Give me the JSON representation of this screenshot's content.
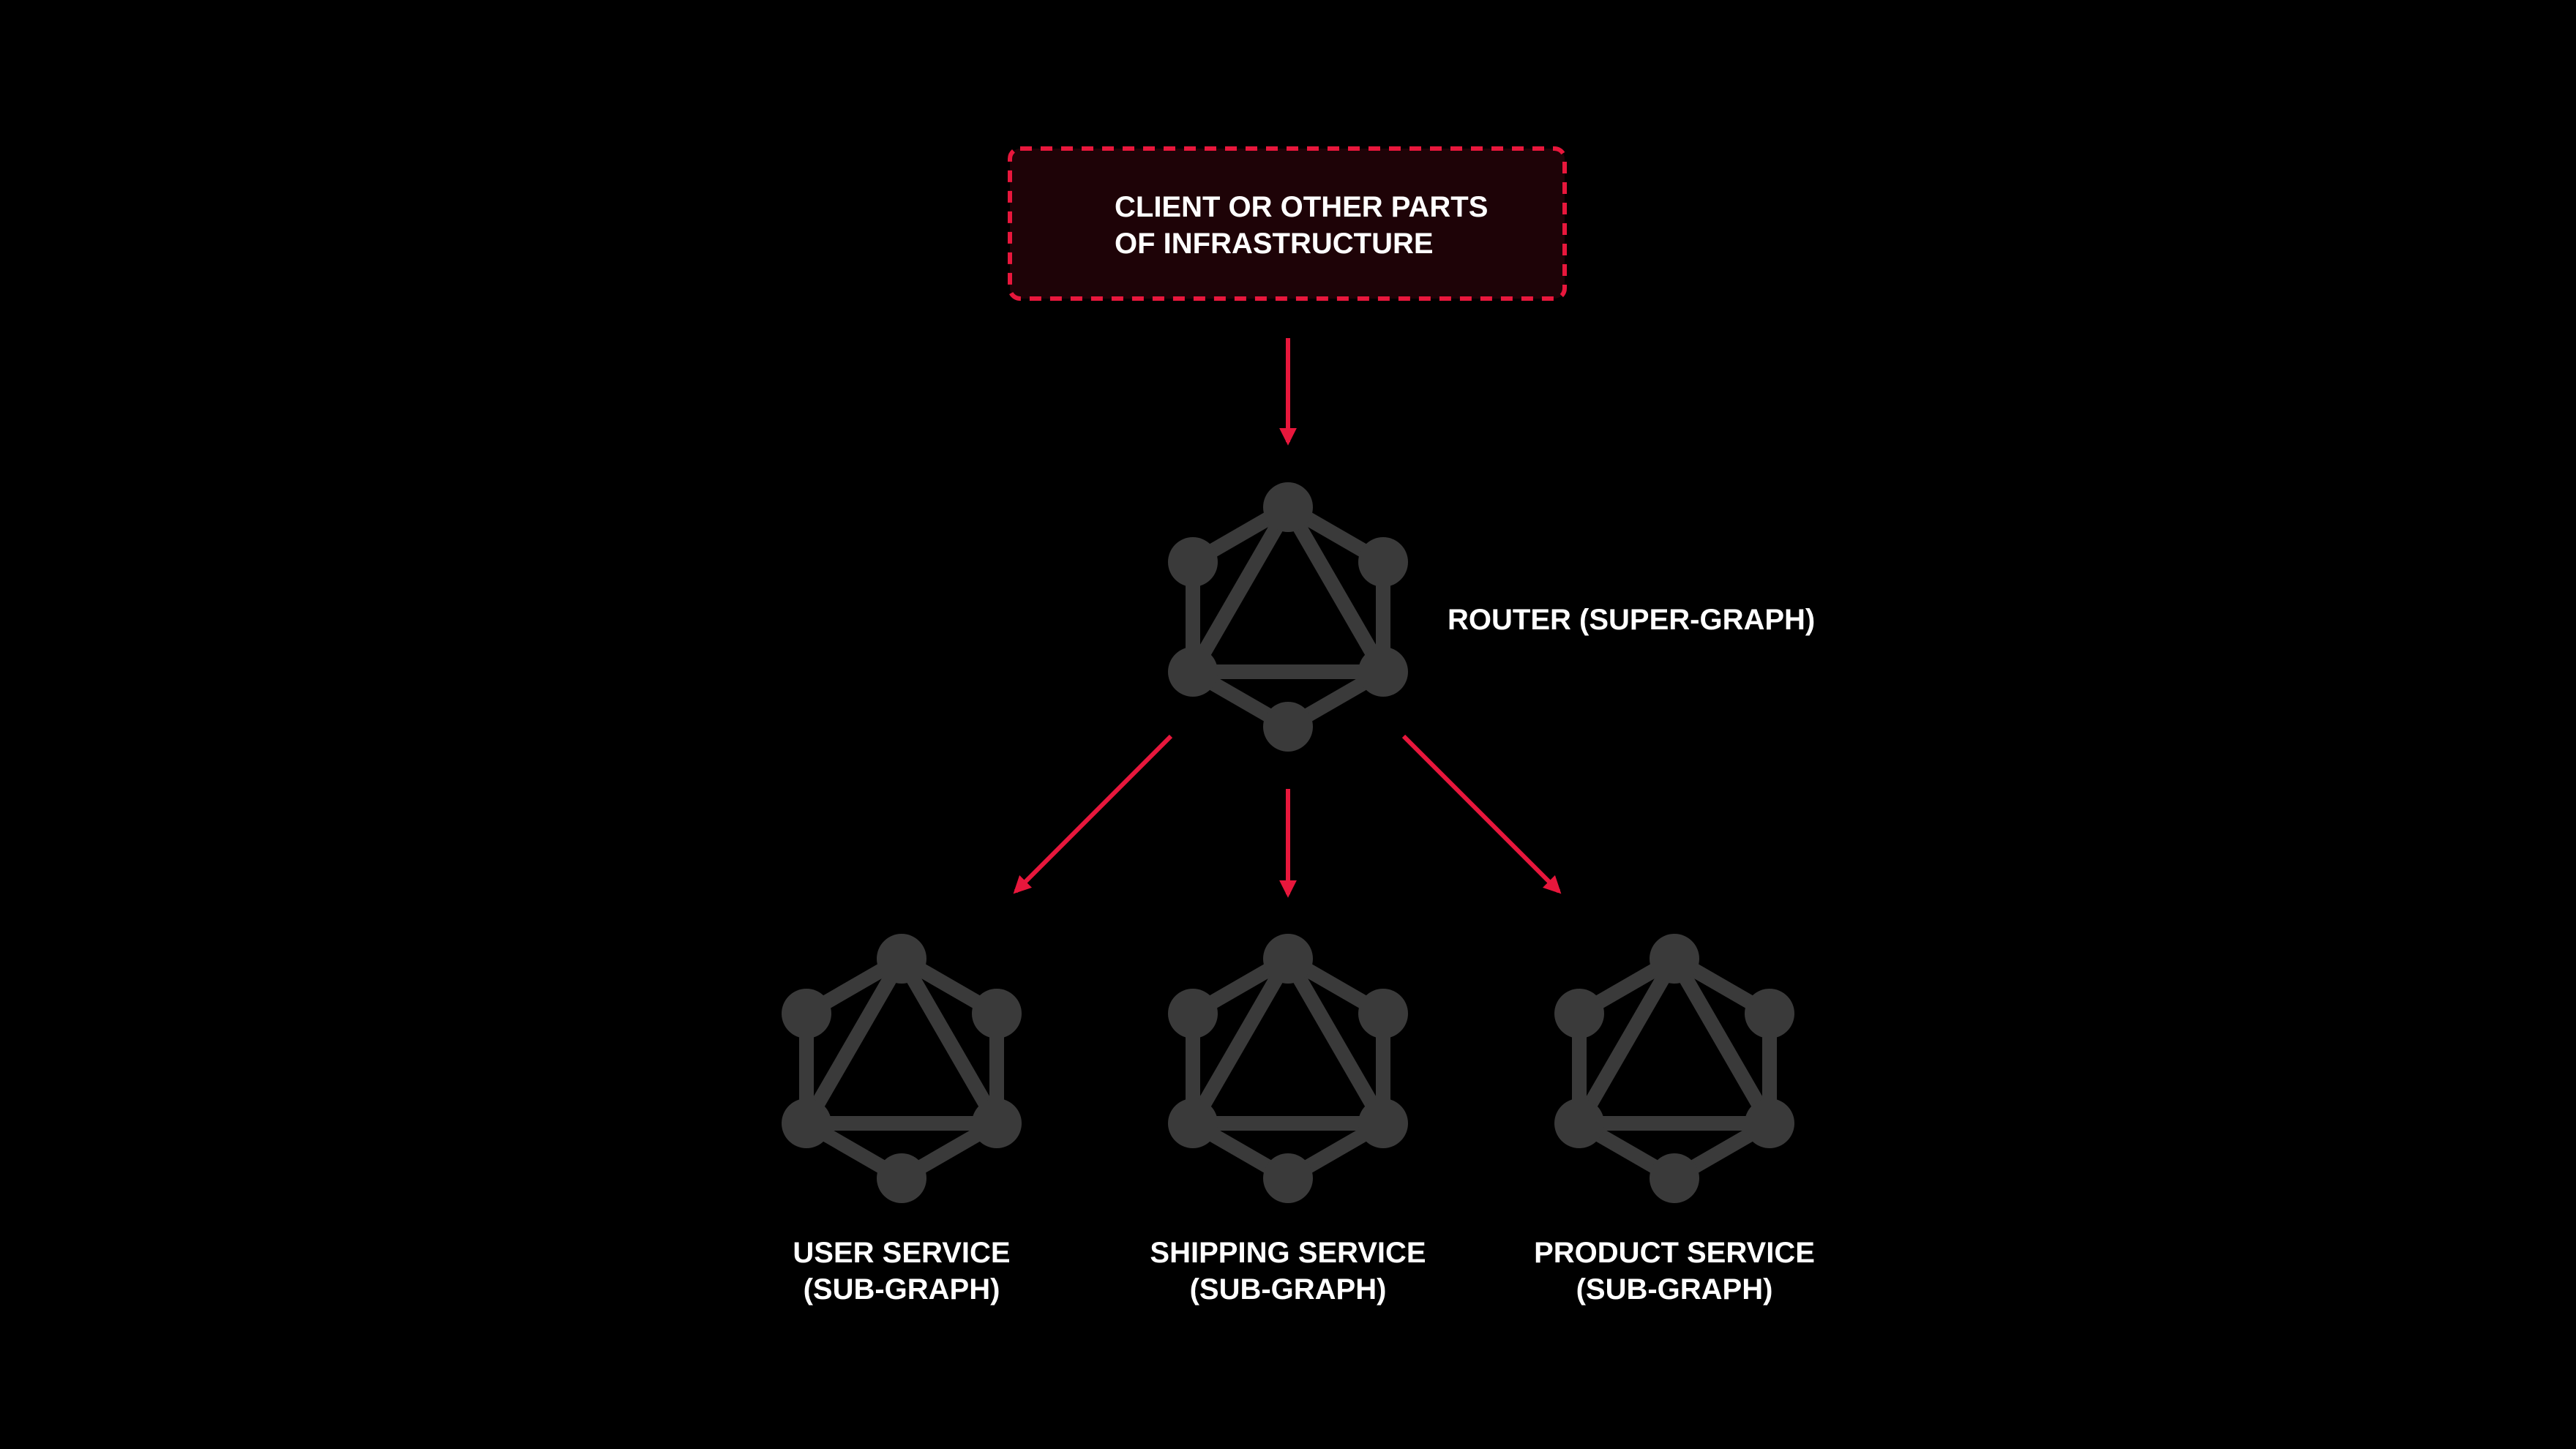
{
  "client": {
    "line1": "CLIENT OR OTHER PARTS",
    "line2": "OF INFRASTRUCTURE"
  },
  "router": {
    "label": "ROUTER (SUPER-GRAPH)",
    "icon": "graphql-icon"
  },
  "services": [
    {
      "name": "USER SERVICE",
      "sub": "(SUB-GRAPH)",
      "icon": "graphql-icon"
    },
    {
      "name": "SHIPPING SERVICE",
      "sub": "(SUB-GRAPH)",
      "icon": "graphql-icon"
    },
    {
      "name": "PRODUCT SERVICE",
      "sub": "(SUB-GRAPH)",
      "icon": "graphql-icon"
    }
  ],
  "colors": {
    "background": "#000000",
    "accent": "#e8173c",
    "client_box_fill": "#1e0307",
    "icon": "#3a3a3a",
    "text": "#ffffff"
  }
}
